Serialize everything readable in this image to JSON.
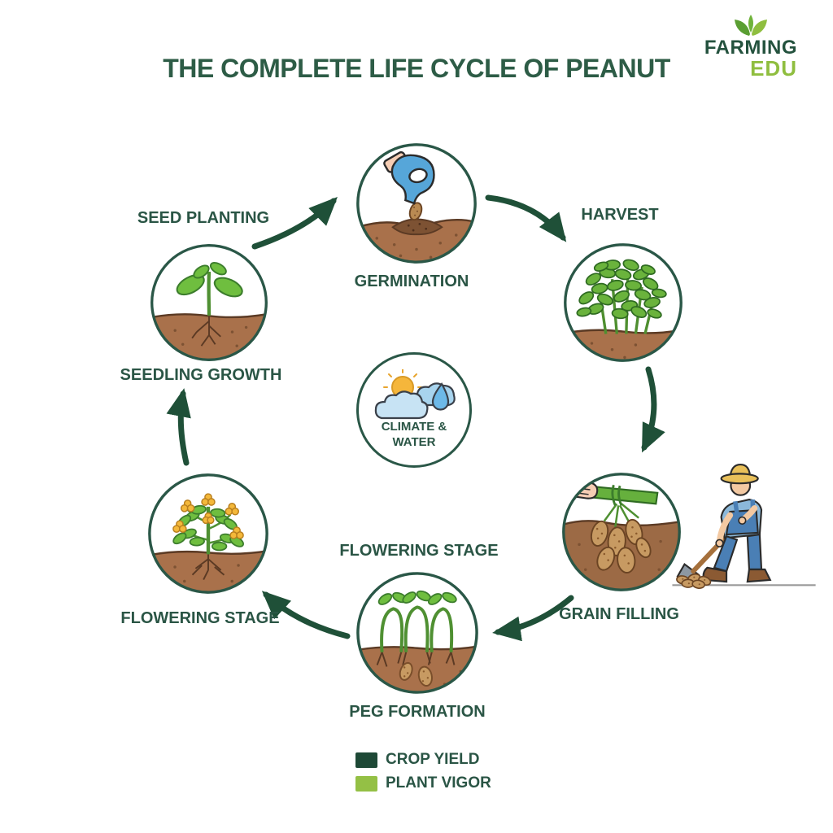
{
  "title": "THE COMPLETE LIFE CYCLE OF PEANUT",
  "logo": {
    "name": "FARMING",
    "suffix": "EDU"
  },
  "stages": {
    "seed_planting": "SEED PLANTING",
    "germination": "GERMINATION",
    "harvest": "HARVEST",
    "seedling_growth": "SEEDLING GROWTH",
    "flowering_left": "FLOWERING STAGE",
    "flowering_center": "FLOWERING STAGE",
    "peg_formation": "PEG FORMATION",
    "grain_filling": "GRAIN FILLING",
    "climate_line1": "CLIMATE &",
    "climate_line2": "WATER"
  },
  "legend": {
    "items": [
      {
        "label": "CROP YIELD",
        "color": "#1e4936"
      },
      {
        "label": "PLANT VIGOR",
        "color": "#94c045"
      }
    ]
  },
  "colors": {
    "dark_green_text": "#2a5545",
    "arrow_green": "#1f5038",
    "circle_border_green": "#2a5747",
    "light_green": "#8fbe3f",
    "soil_brown": "#a9714b",
    "leaf_green": "#6fbe3f",
    "flower_yellow": "#f4b83a",
    "glove_blue": "#56a6d9",
    "sun_yellow": "#f5b63b",
    "peanut_tan": "#c79a62",
    "denim_blue": "#4a7fb5"
  }
}
